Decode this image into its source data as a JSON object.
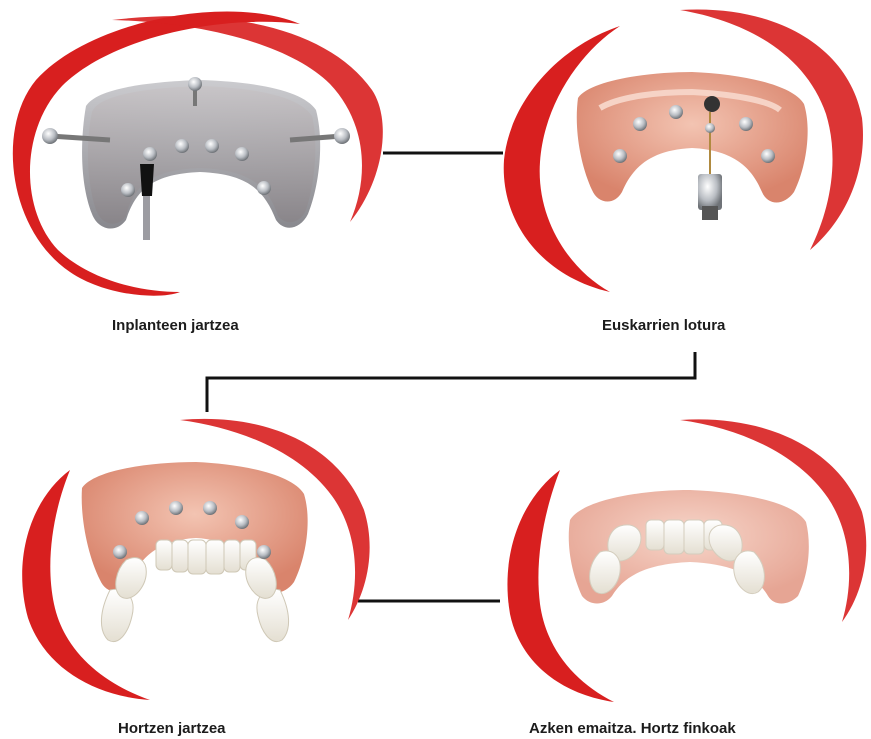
{
  "steps": [
    {
      "label": "Inplanteen jartzea",
      "illustration": "surgical-guide-implants"
    },
    {
      "label": "Euskarrien lotura",
      "illustration": "abutment-connection"
    },
    {
      "label": "Hortzen jartzea",
      "illustration": "teeth-placement"
    },
    {
      "label": "Azken emaitza. Hortz finkoak",
      "illustration": "final-fixed-teeth"
    }
  ],
  "colors": {
    "swoosh": "#d81f1f",
    "gum": "#e79a82",
    "gum_light": "#f1c2b3",
    "guide": "#9a9a9e",
    "metal": "#c9cdd2",
    "tooth": "#f7f3ea",
    "connector": "#111111"
  }
}
